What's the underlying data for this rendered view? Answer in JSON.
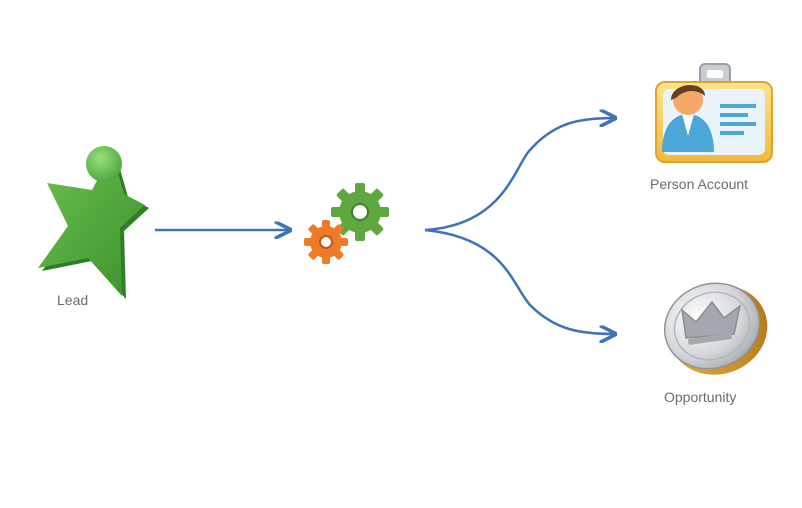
{
  "nodes": {
    "lead": {
      "label": "Lead",
      "icon": "lead-star-person-icon"
    },
    "process": {
      "icon": "gears-icon"
    },
    "person_account": {
      "label": "Person Account",
      "icon": "contact-card-icon"
    },
    "opportunity": {
      "label": "Opportunity",
      "icon": "coin-crown-icon"
    }
  },
  "edges": [
    {
      "from": "lead",
      "to": "process"
    },
    {
      "from": "process",
      "to": "person_account"
    },
    {
      "from": "process",
      "to": "opportunity"
    }
  ],
  "colors": {
    "arrow": "#3f73b8",
    "lead_green": "#4aa33c",
    "gear_green": "#5ea83f",
    "gear_orange": "#ef7a28",
    "label_text": "#6b6b6b"
  }
}
